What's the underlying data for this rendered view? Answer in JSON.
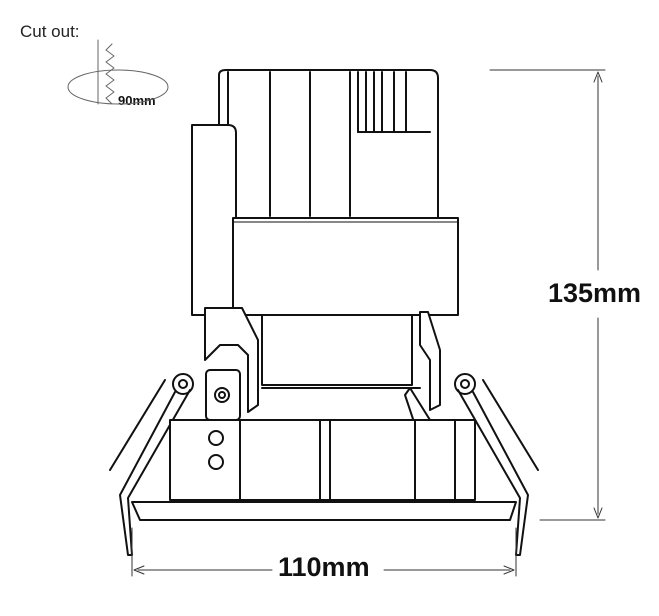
{
  "cutout": {
    "label": "Cut out:",
    "diameter": "90mm"
  },
  "dimensions": {
    "height": "135mm",
    "width": "110mm"
  }
}
